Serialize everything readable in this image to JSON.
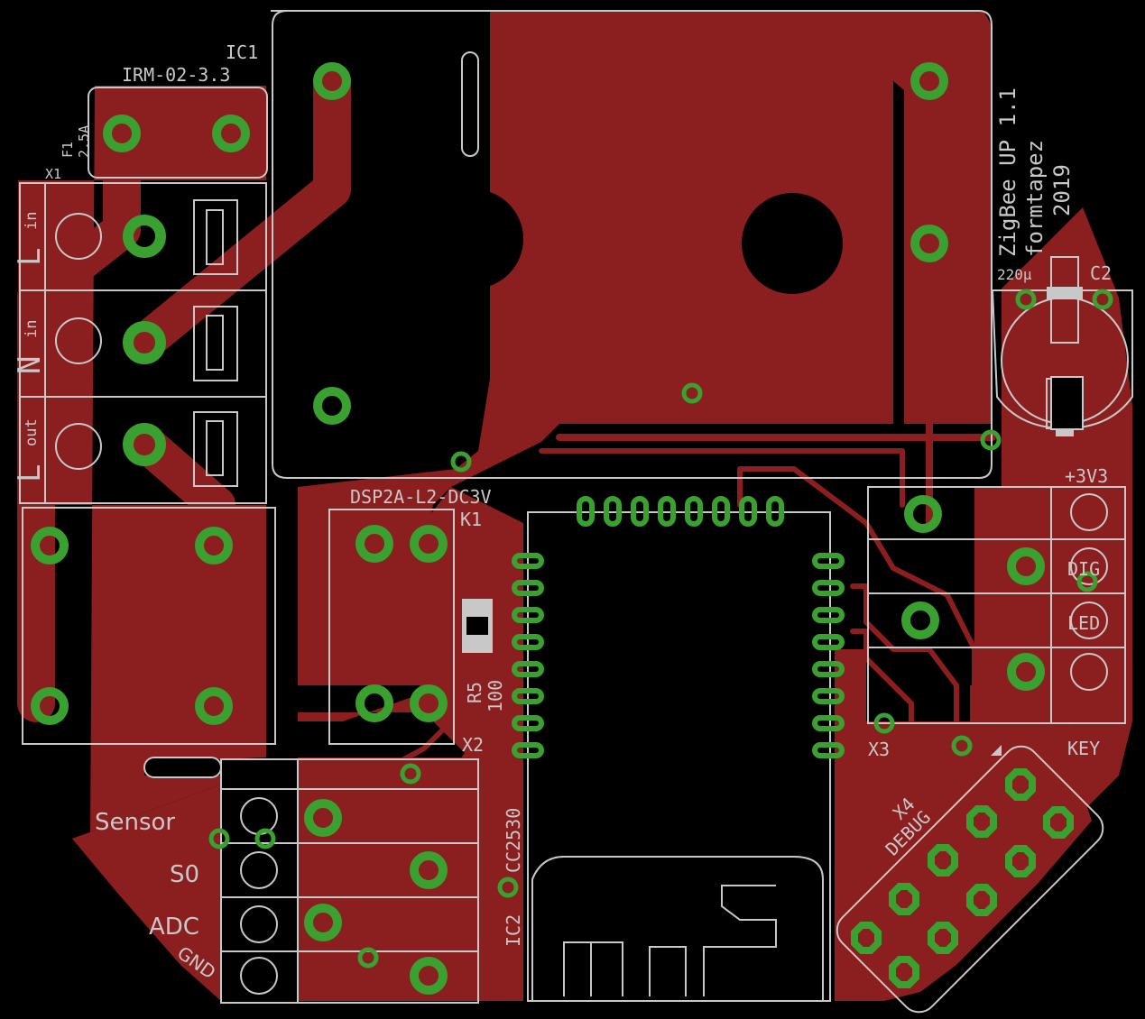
{
  "board": {
    "title": "ZigBee UP 1.1",
    "author": "formtapez",
    "year": "2019"
  },
  "components": {
    "ic1_ref": "IC1",
    "ic1_value": "IRM-02-3.3",
    "f1_ref": "F1",
    "f1_value": "2.5A",
    "x1_ref": "X1",
    "k1_ref": "K1",
    "k1_value": "DSP2A-L2-DC3V",
    "r5_ref": "R5",
    "r5_value": "100",
    "x2_ref": "X2",
    "x3_ref": "X3",
    "x4_ref": "X4",
    "debug_label": "DEBUG",
    "ic2_ref": "IC2",
    "ic2_value": "CC2530",
    "c2_ref": "C2",
    "c2_value": "220µ"
  },
  "terminals": {
    "l_in": "L",
    "l_in_sub": "in",
    "n_in": "N",
    "n_in_sub": "in",
    "l_out": "L",
    "l_out_sub": "out"
  },
  "x2_pins": [
    "Sensor",
    "S0",
    "ADC",
    "GND"
  ],
  "x3_pins": [
    "+3V3",
    "DIG",
    "LED",
    "KEY"
  ]
}
